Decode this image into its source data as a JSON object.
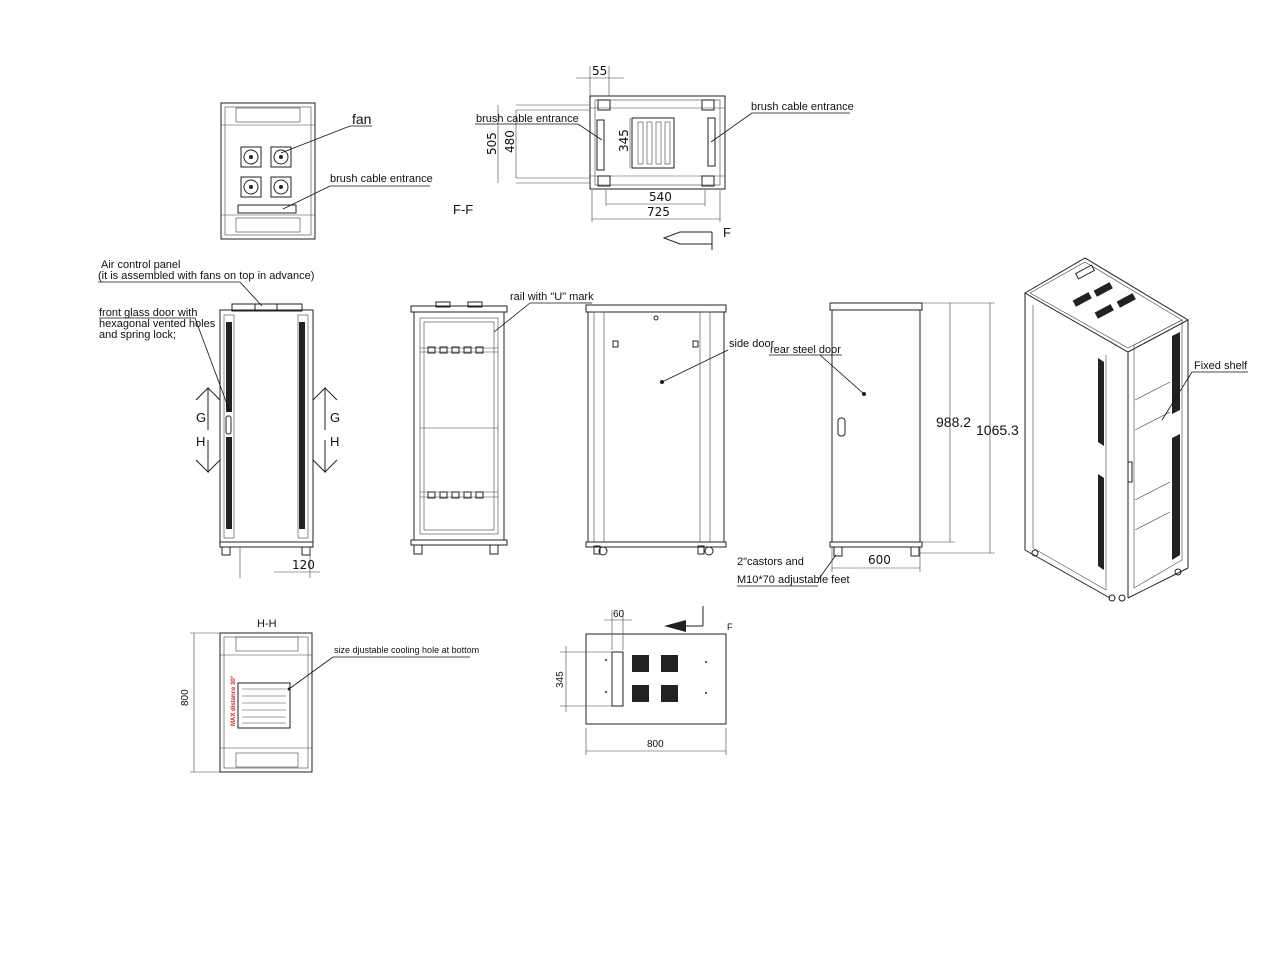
{
  "labels": {
    "fan": "fan",
    "brush_cable_entrance_1": "brush cable entrance",
    "brush_cable_entrance_2": "brush cable entrance",
    "brush_cable_entrance_3": "brush cable entrance",
    "section_ff": "F-F",
    "air_control_panel_1": "Air control panel",
    "air_control_panel_2": "(it is assembled with fans on top in advance)",
    "front_glass_door_1": "front glass door with",
    "front_glass_door_2": "hexagonal vented holes",
    "front_glass_door_3": "and spring lock;",
    "rail": "rail with \"U\" mark",
    "side_door": "side door",
    "rear_steel_door": "rear steel door",
    "castors_1": "2\"castors and",
    "castors_2": "M10*70 adjustable feet",
    "fixed_shelf": "Fixed shelf",
    "section_hh": "H-H",
    "cooling_hole": "size djustable cooling hole at bottom",
    "max_distance": "MAX distance 30°",
    "mark_g_left": "G",
    "mark_h_left": "H",
    "mark_g_right": "G",
    "mark_h_right": "H",
    "mark_f_top": "F",
    "mark_f_bottom": "F"
  },
  "dimensions": {
    "d55": "55",
    "d505": "505",
    "d480": "480",
    "d345_top": "345",
    "d540": "540",
    "d725": "725",
    "d120": "120",
    "d988": "988.2",
    "d1065": "1065.3",
    "d600": "600",
    "d800_left": "800",
    "d60": "60",
    "d345_bottom": "345",
    "d800_bottom": "800"
  },
  "colors": {
    "line": "#222222",
    "annotation_red": "#d42020"
  }
}
